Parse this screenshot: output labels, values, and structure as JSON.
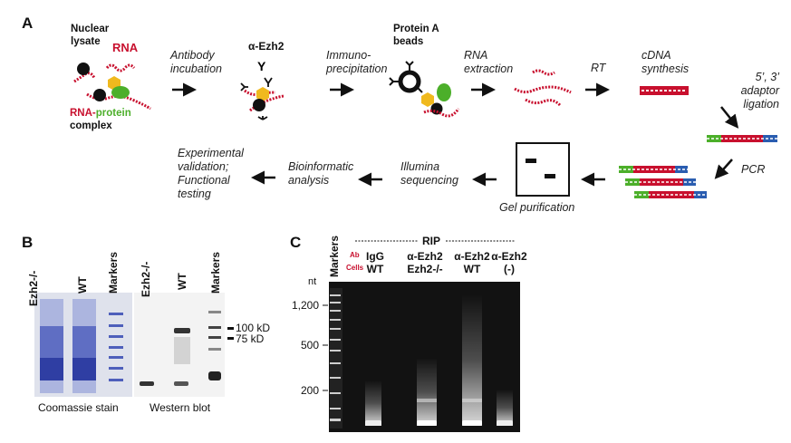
{
  "panel_a": {
    "label": "A",
    "nuclear_lysate": "Nuclear lysate",
    "rna": "RNA",
    "complex_rna": "RNA-",
    "complex_protein": "protein",
    "complex_word": "complex",
    "antibody_incubation": "Antibody incubation",
    "alpha_ezh2": "α-Ezh2",
    "immuno_precipitation": "Immuno-precipitation",
    "protein_a_beads": "Protein A beads",
    "rna_extraction": "RNA extraction",
    "rt": "RT",
    "cdna_synthesis": "cDNA synthesis",
    "adaptor_ligation": "5’, 3’ adaptor ligation",
    "pcr": "PCR",
    "gel_purification": "Gel purification",
    "illumina_sequencing": "Illumina sequencing",
    "bioinformatic_analysis": "Bioinformatic analysis",
    "experimental_validation": "Experimental validation; Functional testing"
  },
  "panel_b": {
    "label": "B",
    "lanes_left": [
      "Ezh2-/-",
      "WT",
      "Markers"
    ],
    "lanes_right": [
      "Ezh2-/-",
      "WT",
      "Markers"
    ],
    "marker_100": "100 kD",
    "marker_75": "75 kD",
    "caption_left": "Coomassie stain",
    "caption_right": "Western blot"
  },
  "panel_c": {
    "label": "C",
    "markers": "Markers",
    "rip": "RIP",
    "ab": "Ab",
    "cells": "Cells",
    "nt": "nt",
    "lanes": [
      {
        "ab": "IgG",
        "cells": "WT"
      },
      {
        "ab": "α-Ezh2",
        "cells": "Ezh2-/-"
      },
      {
        "ab": "α-Ezh2",
        "cells": "WT"
      },
      {
        "ab": "α-Ezh2",
        "cells": "(-)"
      }
    ],
    "size_ticks": [
      "1,200",
      "500",
      "200"
    ]
  },
  "colors": {
    "rna_red": "#c8102e",
    "protein_green": "#4caf2a",
    "hexagon_yellow": "#f0b91e",
    "adaptor_blue": "#2a5db0",
    "coomassie_blue": "#2b3fb0"
  }
}
